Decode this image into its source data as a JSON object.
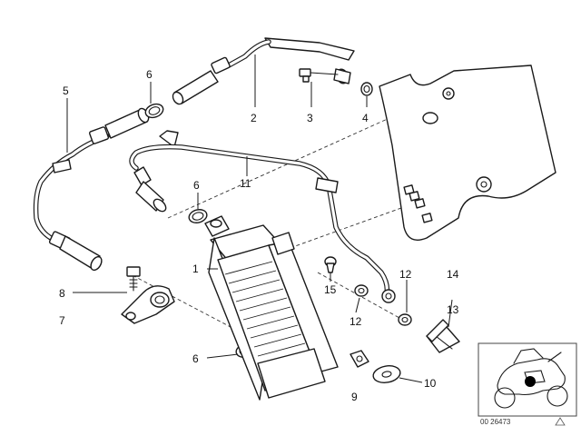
{
  "callouts": {
    "c1": "1",
    "c2": "2",
    "c3": "3",
    "c4": "4",
    "c5": "5",
    "c6a": "6",
    "c6b": "6",
    "c6c": "6",
    "c7": "7",
    "c8": "8",
    "c9": "9",
    "c10": "10",
    "c11": "11",
    "c12a": "12",
    "c12b": "12",
    "c13": "13",
    "c14": "14",
    "c15": "15"
  },
  "inset": {
    "reference": "00 26473"
  }
}
